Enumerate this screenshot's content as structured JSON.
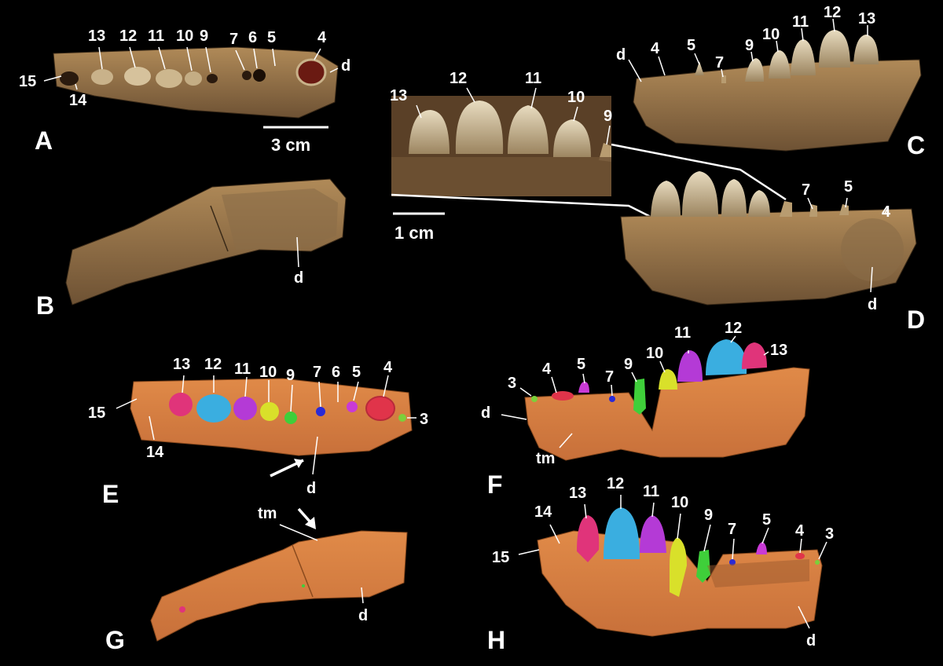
{
  "panels": {
    "A": "A",
    "B": "B",
    "C": "C",
    "D": "D",
    "E": "E",
    "F": "F",
    "G": "G",
    "H": "H"
  },
  "scale_bars": {
    "main": "3 cm",
    "inset": "1 cm"
  },
  "tooth_labels": {
    "A": [
      "15",
      "14",
      "13",
      "12",
      "11",
      "10",
      "9",
      "7",
      "6",
      "5",
      "4",
      "d"
    ],
    "B": [
      "d"
    ],
    "C": [
      "d",
      "4",
      "5",
      "7",
      "9",
      "10",
      "11",
      "12",
      "13"
    ],
    "inset": [
      "13",
      "12",
      "11",
      "10",
      "9"
    ],
    "D": [
      "7",
      "5",
      "4",
      "d"
    ],
    "E": [
      "13",
      "12",
      "11",
      "10",
      "9",
      "7",
      "6",
      "5",
      "4",
      "3",
      "15",
      "14",
      "d"
    ],
    "F": [
      "3",
      "4",
      "5",
      "7",
      "9",
      "10",
      "11",
      "12",
      "13",
      "d",
      "tm"
    ],
    "G": [
      "tm",
      "d"
    ],
    "H": [
      "14",
      "13",
      "12",
      "11",
      "10",
      "9",
      "7",
      "5",
      "4",
      "3",
      "15",
      "d"
    ]
  },
  "colors": {
    "background": "#000000",
    "bone_photo": "#9c7a4e",
    "bone_photo_dark": "#5a4027",
    "model_orange": "#d9803f",
    "tooth_3": "#7ccf3a",
    "tooth_4": "#e0344a",
    "tooth_5": "#c93ad6",
    "tooth_7": "#2a2ad6",
    "tooth_9": "#3fcf3a",
    "tooth_10": "#d9e02a",
    "tooth_11": "#b43ad6",
    "tooth_12": "#3aaee0",
    "tooth_13": "#e0347a"
  }
}
